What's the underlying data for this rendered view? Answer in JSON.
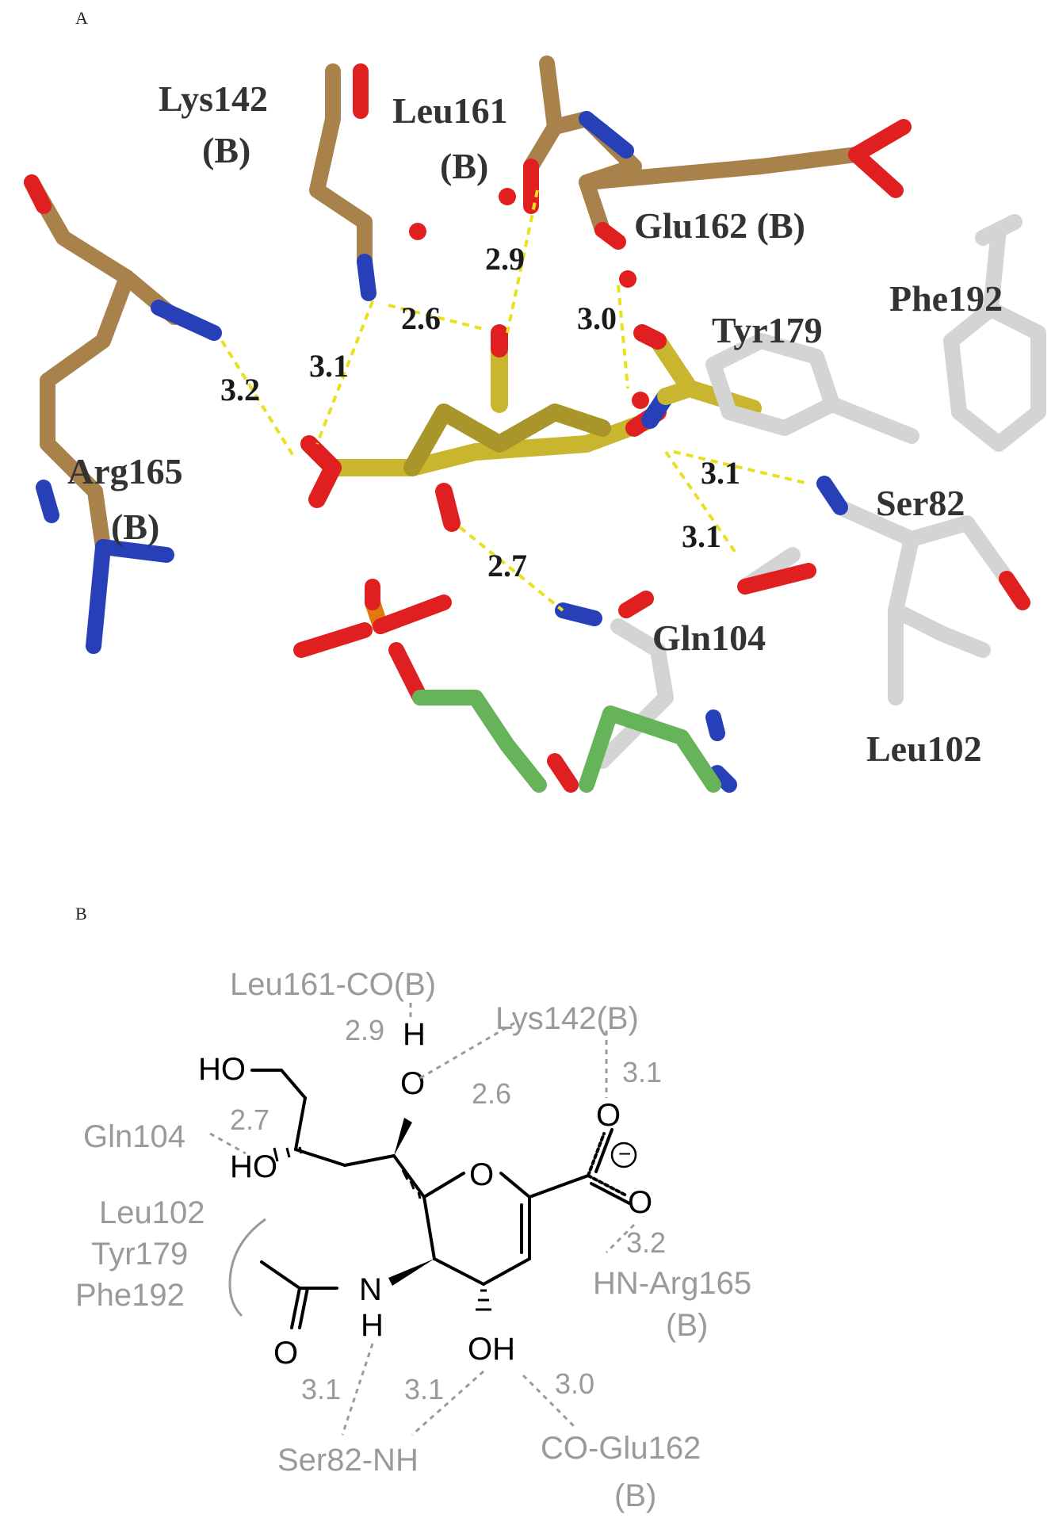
{
  "panel_a": {
    "letter": "A",
    "residues": [
      "Lys142",
      "(B)",
      "Leu161",
      "(B)",
      "Glu162 (B)",
      "Phe192",
      "Tyr179",
      "Arg165",
      "(B)",
      "Ser82",
      "Gln104",
      "Leu102"
    ],
    "distances": [
      "2.9",
      "2.6",
      "3.0",
      "3.1",
      "3.2",
      "3.1",
      "3.1",
      "2.7"
    ],
    "colors": {
      "brown": "#a8824a",
      "yellow": "#c9b52e",
      "white": "#d4d4d4",
      "green": "#66b35a",
      "oxygen": "#e02020",
      "nitrogen": "#2740b8",
      "phosphorus": "#e07a10",
      "hbond": "#e8e020"
    }
  },
  "panel_b": {
    "letter": "B",
    "residues": {
      "leu161": "Leu161-CO(B)",
      "lys142": "Lys142(B)",
      "gln104": "Gln104",
      "hydrophobic": [
        "Leu102",
        "Tyr179",
        "Phe192"
      ],
      "arg165": [
        "HN-Arg165",
        "(B)"
      ],
      "ser82": "Ser82-NH",
      "glu162": [
        "CO-Glu162",
        "(B)"
      ]
    },
    "distances": {
      "d29": "2.9",
      "d26": "2.6",
      "d31a": "3.1",
      "d27": "2.7",
      "d32": "3.2",
      "d31b": "3.1",
      "d31c": "3.1",
      "d30": "3.0"
    },
    "atoms": {
      "ho_top": "HO",
      "h_top": "H",
      "o_top": "O",
      "ho_left": "HO",
      "o_ring": "O",
      "o_carb1": "O",
      "o_carb2": "O",
      "charge": "−",
      "n": "N",
      "h_n": "H",
      "o_amide": "O",
      "oh": "OH"
    }
  }
}
